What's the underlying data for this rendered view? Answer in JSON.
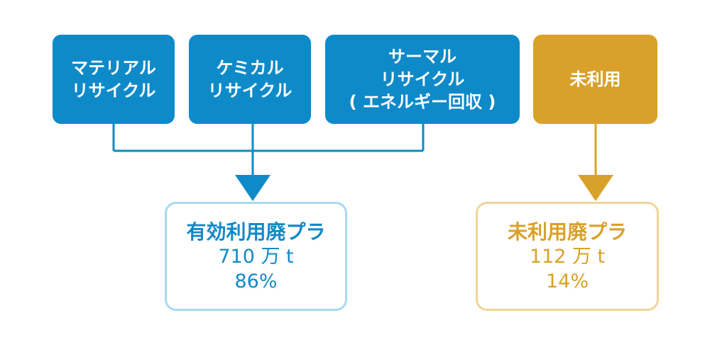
{
  "methods": {
    "material": {
      "line1": "マテリアル",
      "line2": "リサイクル"
    },
    "chemical": {
      "line1": "ケミカル",
      "line2": "リサイクル"
    },
    "thermal": {
      "line1": "サーマル",
      "line2": "リサイクル",
      "line3": "( エネルギー回収 )"
    },
    "unused": {
      "label": "未利用"
    }
  },
  "results": {
    "effective": {
      "title": "有効利用廃プラ",
      "amount": "710 万 t",
      "percent": "86%"
    },
    "unused": {
      "title": "未利用廃プラ",
      "amount": "112 万 t",
      "percent": "14%"
    }
  },
  "colors": {
    "recycle_blue": "#0e8ac9",
    "unused_gold": "#d9a12a",
    "effective_border": "#a9d9ee",
    "unused_border": "#f1d49a"
  }
}
